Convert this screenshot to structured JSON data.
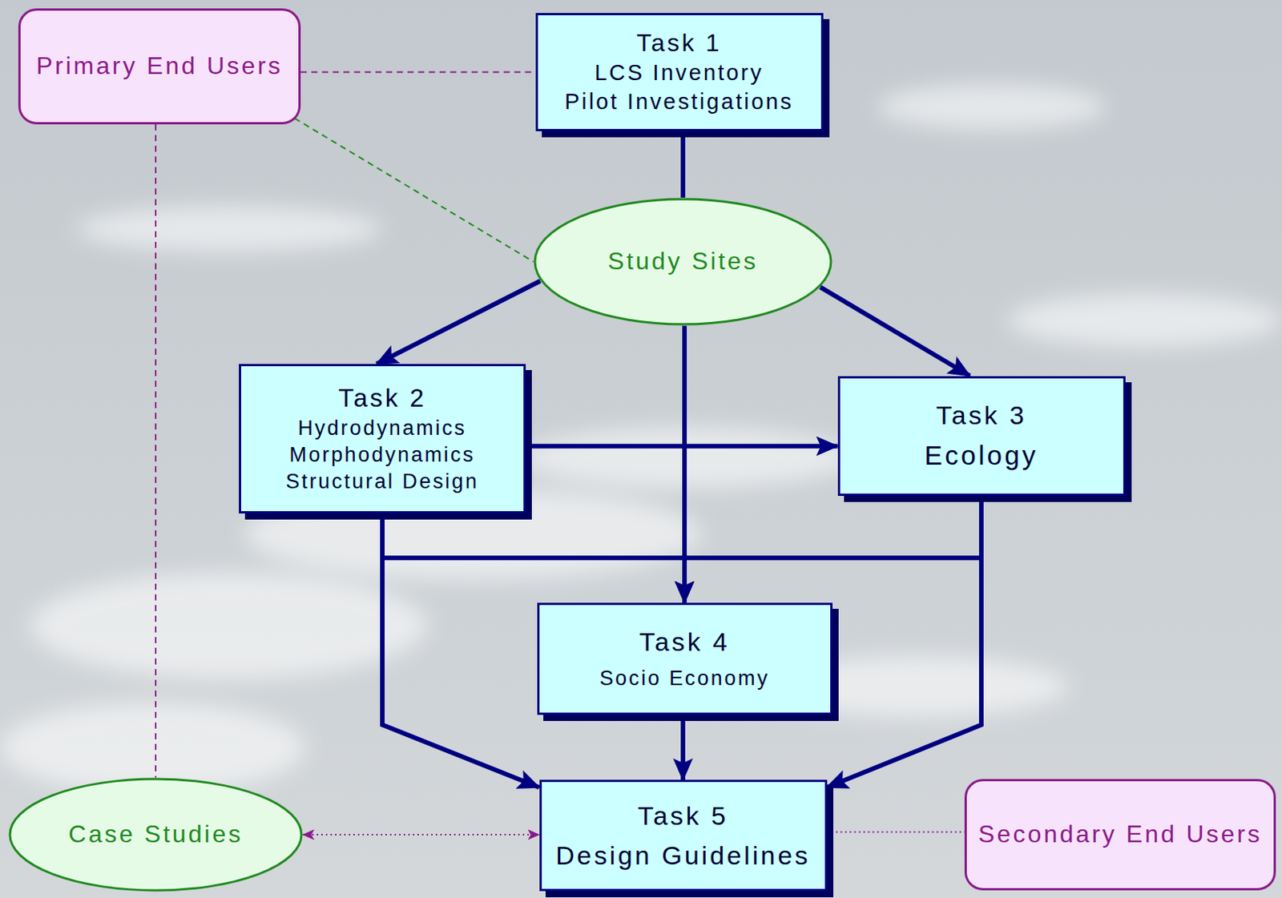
{
  "diagram": {
    "nodes": [
      {
        "text": [
          "Primary End Users"
        ]
      },
      {
        "text": [
          "Task 1",
          "LCS Inventory",
          "Pilot Investigations"
        ]
      },
      {
        "text": [
          "Study Sites"
        ]
      },
      {
        "text": [
          "Task 2",
          "Hydrodynamics",
          "Morphodynamics",
          "Structural Design"
        ]
      },
      {
        "text": [
          "Task 3",
          "Ecology"
        ]
      },
      {
        "text": [
          "Task 4",
          "Socio Economy"
        ]
      },
      {
        "text": [
          "Case Studies"
        ]
      },
      {
        "text": [
          "Task 5",
          "Design Guidelines"
        ]
      },
      {
        "text": [
          "Secondary End Users"
        ]
      }
    ],
    "edges": [
      {
        "from": 0,
        "to": 1,
        "arrow": "none"
      },
      {
        "from": 0,
        "to": 2,
        "arrow": "none"
      },
      {
        "from": 0,
        "to": 6,
        "arrow": "none"
      },
      {
        "from": 1,
        "to": 2,
        "arrow": "none"
      },
      {
        "from": 2,
        "to": 3,
        "arrow": "to"
      },
      {
        "from": 2,
        "to": 5,
        "arrow": "to"
      },
      {
        "from": 2,
        "to": 4,
        "arrow": "to"
      },
      {
        "from": 3,
        "to": 4,
        "arrow": "to"
      },
      {
        "from": 3,
        "to": 5,
        "arrow": "to"
      },
      {
        "from": 4,
        "to": 5,
        "arrow": "to"
      },
      {
        "from": 3,
        "to": 7,
        "arrow": "to"
      },
      {
        "from": 4,
        "to": 7,
        "arrow": "to"
      },
      {
        "from": 5,
        "to": 7,
        "arrow": "to"
      },
      {
        "from": 6,
        "to": 7,
        "arrow": "both"
      },
      {
        "from": 7,
        "to": 8,
        "arrow": "none"
      }
    ]
  }
}
